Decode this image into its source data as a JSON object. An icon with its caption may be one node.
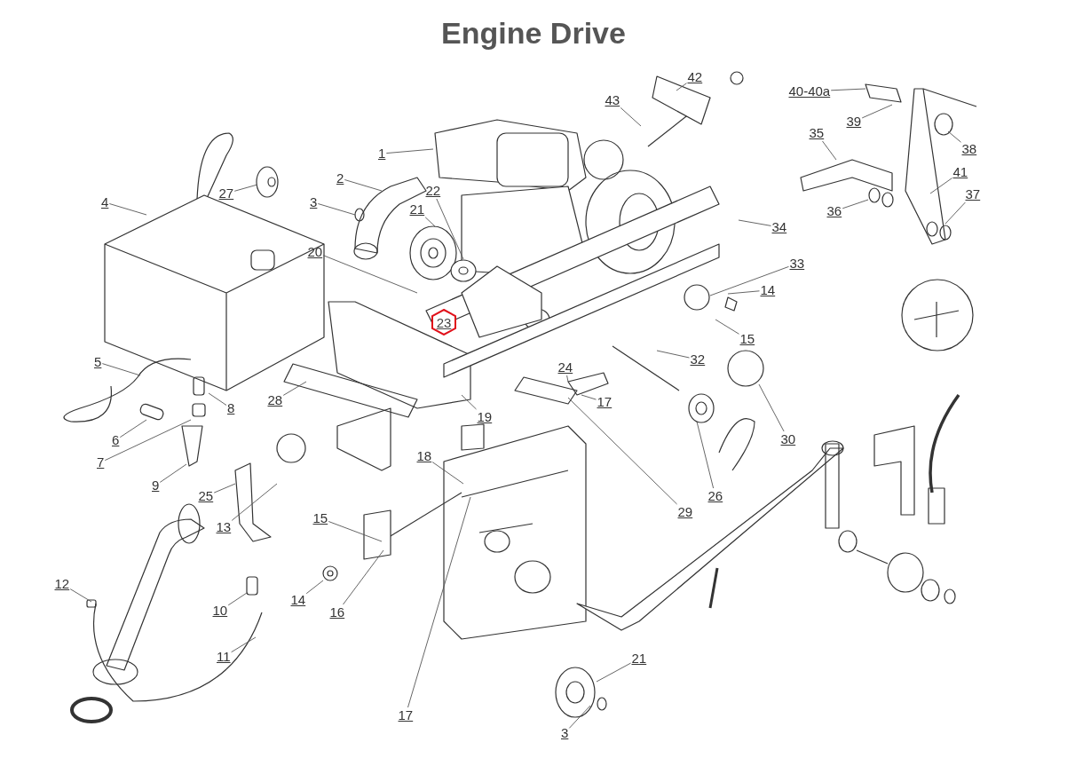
{
  "diagram": {
    "title": "Engine Drive",
    "nodes": [
      {
        "text": [
          "42"
        ]
      },
      {
        "text": [
          "40-40a"
        ]
      },
      {
        "text": [
          "43"
        ]
      },
      {
        "text": [
          "39"
        ]
      },
      {
        "text": [
          "35"
        ]
      },
      {
        "text": [
          "38"
        ]
      },
      {
        "text": [
          "1"
        ]
      },
      {
        "text": [
          "41"
        ]
      },
      {
        "text": [
          "2"
        ]
      },
      {
        "text": [
          "22"
        ]
      },
      {
        "text": [
          "27"
        ]
      },
      {
        "text": [
          "37"
        ]
      },
      {
        "text": [
          "4"
        ]
      },
      {
        "text": [
          "3"
        ]
      },
      {
        "text": [
          "21"
        ]
      },
      {
        "text": [
          "36"
        ]
      },
      {
        "text": [
          "34"
        ]
      },
      {
        "text": [
          "20"
        ]
      },
      {
        "text": [
          "33"
        ]
      },
      {
        "text": [
          "14"
        ]
      },
      {
        "text": [
          "23"
        ]
      },
      {
        "text": [
          "15"
        ]
      },
      {
        "text": [
          "5"
        ]
      },
      {
        "text": [
          "32"
        ]
      },
      {
        "text": [
          "24"
        ]
      },
      {
        "text": [
          "28"
        ]
      },
      {
        "text": [
          "17"
        ]
      },
      {
        "text": [
          "8"
        ]
      },
      {
        "text": [
          "19"
        ]
      },
      {
        "text": [
          "30"
        ]
      },
      {
        "text": [
          "6"
        ]
      },
      {
        "text": [
          "18"
        ]
      },
      {
        "text": [
          "7"
        ]
      },
      {
        "text": [
          "9"
        ]
      },
      {
        "text": [
          "25"
        ]
      },
      {
        "text": [
          "26"
        ]
      },
      {
        "text": [
          "29"
        ]
      },
      {
        "text": [
          "15"
        ]
      },
      {
        "text": [
          "13"
        ]
      },
      {
        "text": [
          "12"
        ]
      },
      {
        "text": [
          "14"
        ]
      },
      {
        "text": [
          "10"
        ]
      },
      {
        "text": [
          "16"
        ]
      },
      {
        "text": [
          "11"
        ]
      },
      {
        "text": [
          "21"
        ]
      },
      {
        "text": [
          "17"
        ]
      },
      {
        "text": [
          "3"
        ]
      }
    ],
    "edges": [
      {
        "from": 0,
        "to": null,
        "arrow": "none"
      },
      {
        "from": 1,
        "to": null,
        "arrow": "none"
      },
      {
        "from": 2,
        "to": null,
        "arrow": "none"
      },
      {
        "from": 3,
        "to": null,
        "arrow": "none"
      },
      {
        "from": 4,
        "to": null,
        "arrow": "none"
      },
      {
        "from": 5,
        "to": null,
        "arrow": "none"
      },
      {
        "from": 6,
        "to": null,
        "arrow": "none"
      },
      {
        "from": 7,
        "to": null,
        "arrow": "none"
      },
      {
        "from": 8,
        "to": null,
        "arrow": "none"
      },
      {
        "from": 9,
        "to": null,
        "arrow": "none"
      },
      {
        "from": 10,
        "to": null,
        "arrow": "none"
      },
      {
        "from": 11,
        "to": null,
        "arrow": "none"
      },
      {
        "from": 12,
        "to": null,
        "arrow": "none"
      },
      {
        "from": 13,
        "to": null,
        "arrow": "none"
      },
      {
        "from": 14,
        "to": null,
        "arrow": "none"
      },
      {
        "from": 15,
        "to": null,
        "arrow": "none"
      },
      {
        "from": 16,
        "to": null,
        "arrow": "none"
      },
      {
        "from": 17,
        "to": null,
        "arrow": "none"
      },
      {
        "from": 18,
        "to": null,
        "arrow": "none"
      },
      {
        "from": 19,
        "to": null,
        "arrow": "none"
      },
      {
        "from": 21,
        "to": null,
        "arrow": "none"
      },
      {
        "from": 22,
        "to": null,
        "arrow": "none"
      },
      {
        "from": 23,
        "to": null,
        "arrow": "none"
      },
      {
        "from": 24,
        "to": null,
        "arrow": "none"
      },
      {
        "from": 25,
        "to": null,
        "arrow": "none"
      },
      {
        "from": 26,
        "to": null,
        "arrow": "none"
      },
      {
        "from": 27,
        "to": null,
        "arrow": "none"
      },
      {
        "from": 28,
        "to": null,
        "arrow": "none"
      },
      {
        "from": 29,
        "to": null,
        "arrow": "none"
      },
      {
        "from": 30,
        "to": null,
        "arrow": "none"
      },
      {
        "from": 31,
        "to": null,
        "arrow": "none"
      },
      {
        "from": 32,
        "to": null,
        "arrow": "none"
      },
      {
        "from": 33,
        "to": null,
        "arrow": "none"
      },
      {
        "from": 34,
        "to": null,
        "arrow": "none"
      },
      {
        "from": 35,
        "to": null,
        "arrow": "none"
      },
      {
        "from": 36,
        "to": null,
        "arrow": "none"
      },
      {
        "from": 37,
        "to": null,
        "arrow": "none"
      },
      {
        "from": 38,
        "to": null,
        "arrow": "none"
      },
      {
        "from": 39,
        "to": null,
        "arrow": "none"
      },
      {
        "from": 40,
        "to": null,
        "arrow": "none"
      },
      {
        "from": 41,
        "to": null,
        "arrow": "none"
      },
      {
        "from": 42,
        "to": null,
        "arrow": "none"
      },
      {
        "from": 43,
        "to": null,
        "arrow": "none"
      },
      {
        "from": 44,
        "to": null,
        "arrow": "none"
      },
      {
        "from": 45,
        "to": null,
        "arrow": "none"
      },
      {
        "from": 46,
        "to": null,
        "arrow": "none"
      }
    ]
  }
}
